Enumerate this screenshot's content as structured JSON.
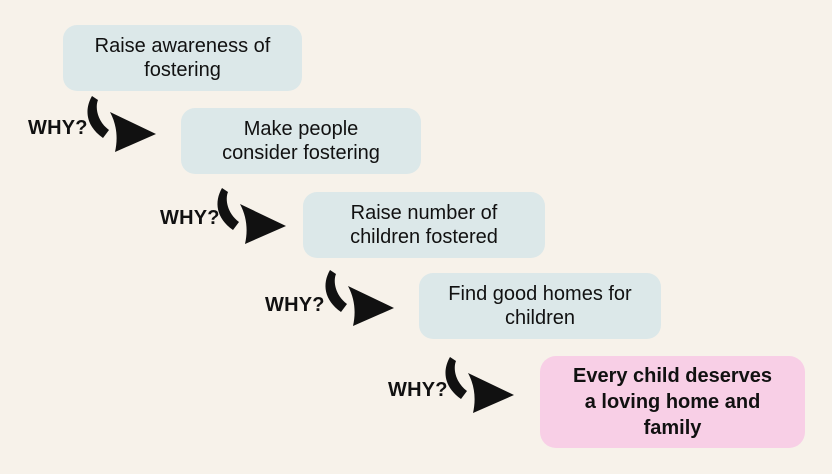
{
  "colors": {
    "background": "#f7f2ea",
    "box": "#dce8e9",
    "final_box": "#f8cfe6",
    "text": "#111111",
    "arrow": "#111111"
  },
  "boxes": [
    {
      "lines": [
        "Raise awareness of",
        "fostering"
      ]
    },
    {
      "lines": [
        "Make people",
        "consider fostering"
      ]
    },
    {
      "lines": [
        "Raise number of",
        "children fostered"
      ]
    },
    {
      "lines": [
        "Find good homes for",
        "children"
      ]
    },
    {
      "lines": [
        "Every child deserves",
        "a loving home and",
        "family"
      ],
      "emphasis": true
    }
  ],
  "transitions": [
    {
      "label": "WHY?"
    },
    {
      "label": "WHY?"
    },
    {
      "label": "WHY?"
    },
    {
      "label": "WHY?"
    }
  ]
}
